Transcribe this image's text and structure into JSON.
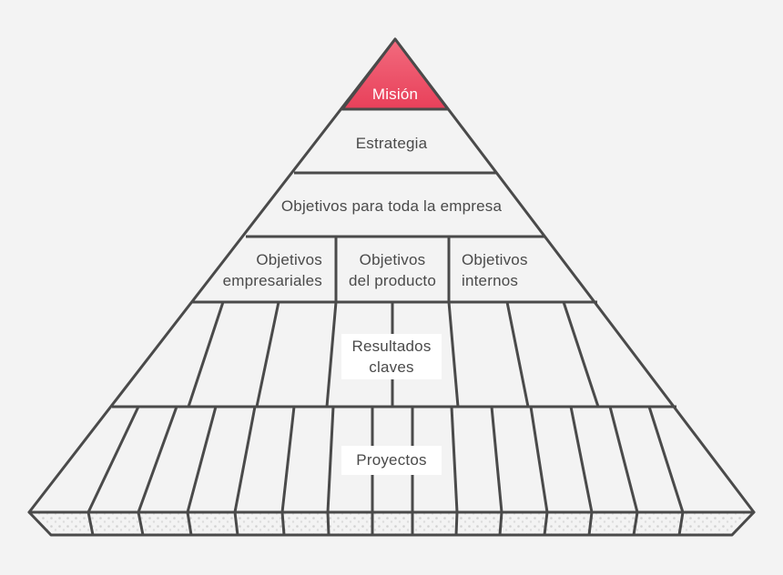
{
  "pyramid": {
    "mission": "Misión",
    "strategy": "Estrategia",
    "company_objectives": "Objetivos para toda la empresa",
    "objectives": {
      "business": [
        "Objetivos",
        "empresariales"
      ],
      "product": [
        "Objetivos",
        "del producto"
      ],
      "internal": [
        "Objetivos",
        "internos"
      ]
    },
    "key_results": [
      "Resultados",
      "claves"
    ],
    "projects": "Proyectos"
  },
  "colors": {
    "mission_top": "#f26b7e",
    "mission_bottom": "#e8405a",
    "line": "#4a4a4a",
    "fill": "#f3f3f3",
    "base_dots": "#d6d6d6"
  }
}
